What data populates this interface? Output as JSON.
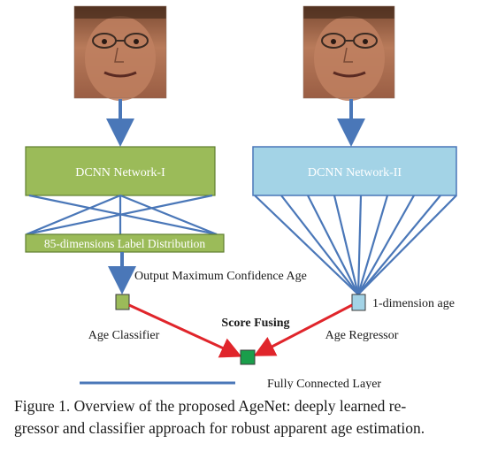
{
  "boxes": {
    "network1": "DCNN Network-I",
    "network2": "DCNN Network-II",
    "label_distribution": "85-dimensions Label Distribution"
  },
  "labels": {
    "output_max": "Output Maximum Confidence Age",
    "one_dim_age": "1-dimension age",
    "age_classifier": "Age Classifier",
    "age_regressor": "Age Regressor",
    "score_fusing": "Score Fusing",
    "fully_connected": "Fully Connected Layer"
  },
  "caption": "Figure 1. Overview of the proposed AgeNet: deeply learned regressor and classifier approach for robust apparent age estimation.",
  "caption_lines": [
    "Figure 1. Overview of the proposed AgeNet: deeply learned re-",
    "gressor and classifier approach for robust apparent age estimation."
  ],
  "colors": {
    "green_box": "#9bbb59",
    "blue_box": "#a3d3e6",
    "line_blue": "#4a77b8",
    "arrow_red": "#e0252b",
    "fused_node": "#1a9e4b"
  }
}
